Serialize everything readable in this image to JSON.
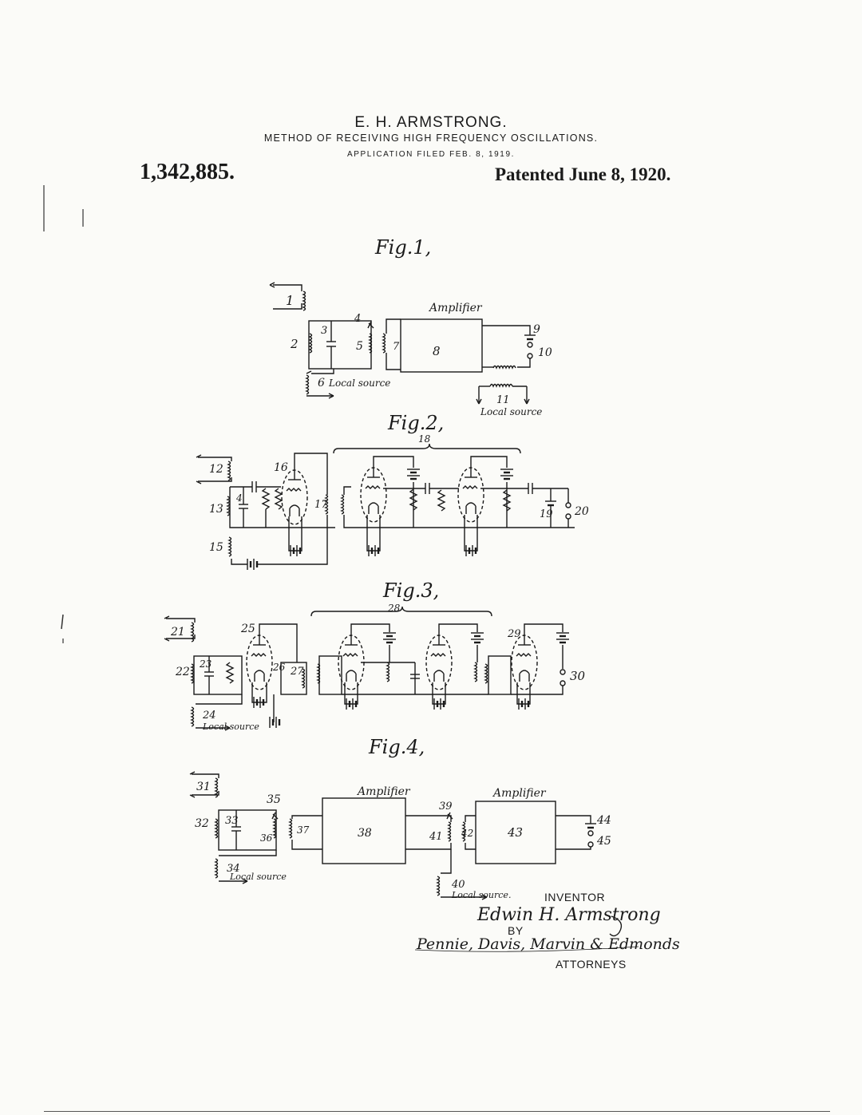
{
  "header": {
    "inventor": "E. H. ARMSTRONG.",
    "title": "METHOD OF RECEIVING HIGH FREQUENCY OSCILLATIONS.",
    "filed": "APPLICATION FILED FEB. 8, 1919.",
    "patent_number": "1,342,885.",
    "patented": "Patented June 8, 1920."
  },
  "figures": {
    "fig1": {
      "title": "Fig.1,",
      "amplifier": "Amplifier",
      "local_source_6": "Local source",
      "local_source_11": "Local source",
      "refs": {
        "r1": "1",
        "r2": "2",
        "r3": "3",
        "r4": "4",
        "r5": "5",
        "r6": "6",
        "r7": "7",
        "r8": "8",
        "r9": "9",
        "r10": "10",
        "r11": "11"
      }
    },
    "fig2": {
      "title": "Fig.2,",
      "refs": {
        "r4": "4",
        "r12": "12",
        "r13": "13",
        "r15": "15",
        "r16": "16",
        "r17": "17",
        "r18": "18",
        "r19": "19",
        "r20": "20"
      }
    },
    "fig3": {
      "title": "Fig.3,",
      "local_source": "Local source",
      "refs": {
        "r21": "21",
        "r22": "22",
        "r23": "23",
        "r24": "24",
        "r25": "25",
        "r26": "26",
        "r27": "27",
        "r28": "28",
        "r29": "29",
        "r30": "30"
      }
    },
    "fig4": {
      "title": "Fig.4,",
      "amplifier_a": "Amplifier",
      "amplifier_b": "Amplifier",
      "local_source_34": "Local source",
      "local_source_40": "Local source.",
      "refs": {
        "r31": "31",
        "r32": "32",
        "r33": "33",
        "r34": "34",
        "r35": "35",
        "r36": "36",
        "r37": "37",
        "r38": "38",
        "r39": "39",
        "r40": "40",
        "r41": "41",
        "r42": "42",
        "r43": "43",
        "r44": "44",
        "r45": "45"
      }
    }
  },
  "signatures": {
    "inventor_label": "INVENTOR",
    "inventor_signature": "Edwin H. Armstrong",
    "by_label": "BY",
    "attorneys_signature": "Pennie, Davis, Marvin & Edmonds",
    "attorneys_label": "ATTORNEYS"
  }
}
